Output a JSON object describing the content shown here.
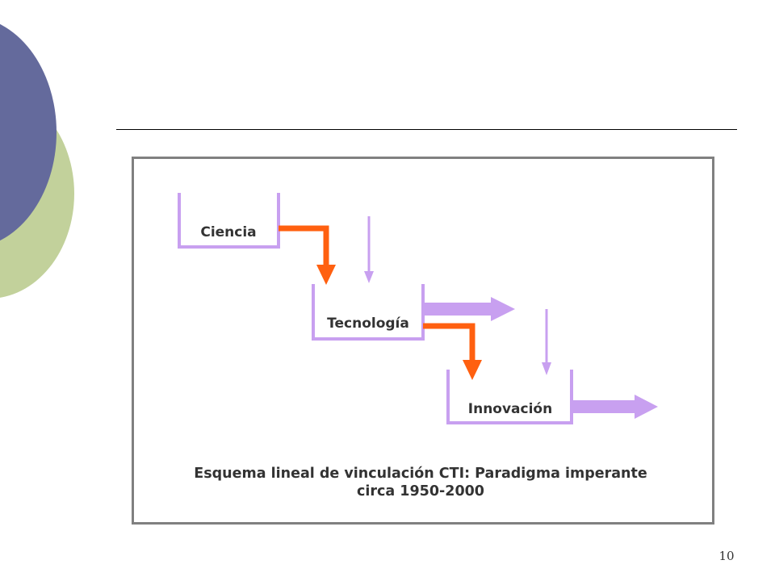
{
  "diagram": {
    "stages": [
      {
        "id": "ciencia",
        "label": "Ciencia"
      },
      {
        "id": "tecnologia",
        "label": "Tecnología"
      },
      {
        "id": "innovacion",
        "label": "Innovación"
      }
    ],
    "caption_line1": "Esquema lineal de vinculación CTI: Paradigma imperante",
    "caption_line2": "circa 1950-2000"
  },
  "page_number": "10",
  "colors": {
    "bracket": "#c8a0f0",
    "flow_arrow": "#ff6010",
    "output_arrow": "#c8a0f0",
    "frame": "#808080",
    "circle_blue": "#646a9c",
    "circle_green": "#c2d19b"
  }
}
